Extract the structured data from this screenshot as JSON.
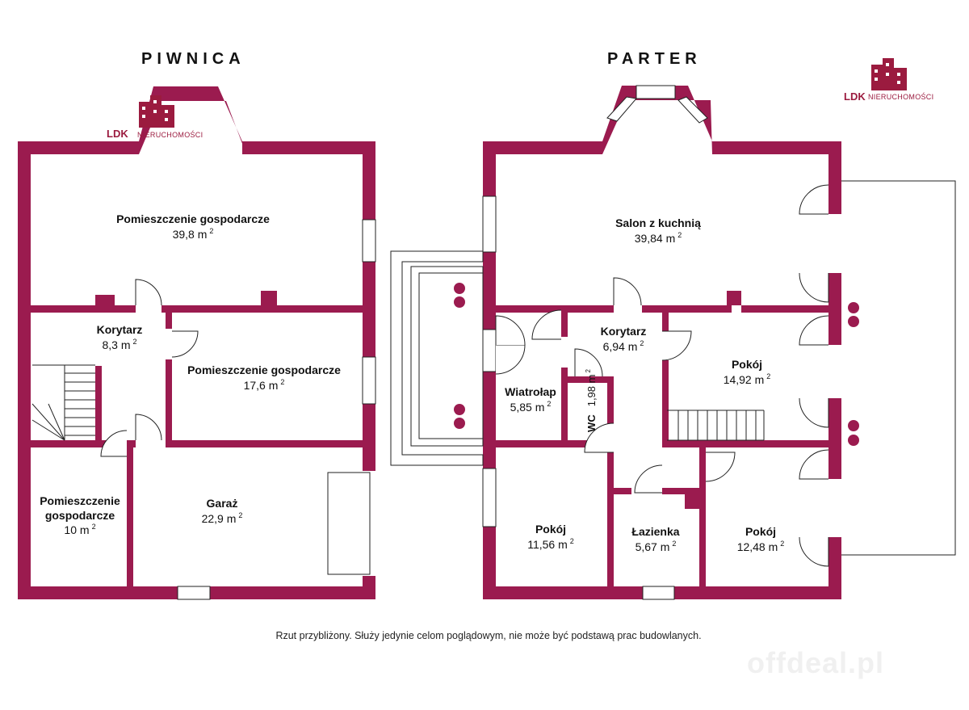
{
  "titles": {
    "basement": "PIWNICA",
    "ground": "PARTER"
  },
  "logo": {
    "brand": "LDK",
    "sub": "NIERUCHOMOŚCI"
  },
  "area_unit": "m",
  "area_exp": "2",
  "basement_rooms": [
    {
      "name": "Pomieszczenie gospodarcze",
      "area": "39,8"
    },
    {
      "name": "Korytarz",
      "area": "8,3"
    },
    {
      "name": "Pomieszczenie gospodarcze",
      "area": "17,6"
    },
    {
      "name_line1": "Pomieszczenie",
      "name_line2": "gospodarcze",
      "area": "10"
    },
    {
      "name": "Garaż",
      "area": "22,9"
    }
  ],
  "ground_rooms": [
    {
      "name": "Salon z kuchnią",
      "area": "39,84"
    },
    {
      "name": "Korytarz",
      "area": "6,94"
    },
    {
      "name": "Pokój",
      "area": "14,92"
    },
    {
      "name": "Wiatrołap",
      "area": "5,85"
    },
    {
      "name": "WC",
      "area": "1,98"
    },
    {
      "name": "Pokój",
      "area": "11,56"
    },
    {
      "name": "Łazienka",
      "area": "5,67"
    },
    {
      "name": "Pokój",
      "area": "12,48"
    }
  ],
  "disclaimer": "Rzut przybliżony. Służy jedynie celom poglądowym, nie może być podstawą prac budowlanych.",
  "watermark": "offdeal.pl",
  "colors": {
    "wall": "#9b1b4f",
    "line": "#222222"
  }
}
